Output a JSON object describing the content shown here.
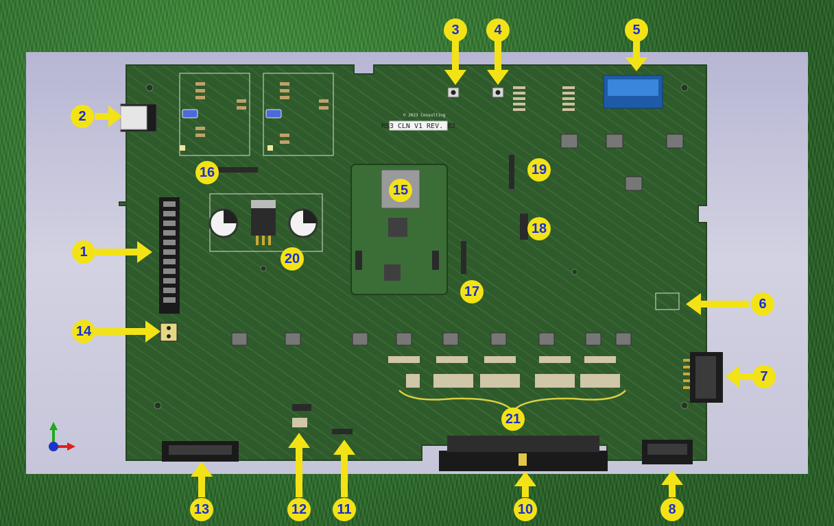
{
  "board": {
    "title": "RS3 CLN V1 REV. B2",
    "subtitle": "© 2023 Consulting"
  },
  "callouts": [
    {
      "id": "1",
      "label": "1"
    },
    {
      "id": "2",
      "label": "2"
    },
    {
      "id": "3",
      "label": "3"
    },
    {
      "id": "4",
      "label": "4"
    },
    {
      "id": "5",
      "label": "5"
    },
    {
      "id": "6",
      "label": "6"
    },
    {
      "id": "7",
      "label": "7"
    },
    {
      "id": "8",
      "label": "8"
    },
    {
      "id": "10",
      "label": "10"
    },
    {
      "id": "11",
      "label": "11"
    },
    {
      "id": "12",
      "label": "12"
    },
    {
      "id": "13",
      "label": "13"
    },
    {
      "id": "14",
      "label": "14"
    },
    {
      "id": "15",
      "label": "15"
    },
    {
      "id": "16",
      "label": "16"
    },
    {
      "id": "17",
      "label": "17"
    },
    {
      "id": "18",
      "label": "18"
    },
    {
      "id": "19",
      "label": "19"
    },
    {
      "id": "20",
      "label": "20"
    },
    {
      "id": "21",
      "label": "21"
    }
  ],
  "colors": {
    "callout_fill": "#f3e316",
    "callout_text": "#1a2fd0",
    "pcb": "#2f5a2b",
    "backplate": "#c9c8dc"
  }
}
